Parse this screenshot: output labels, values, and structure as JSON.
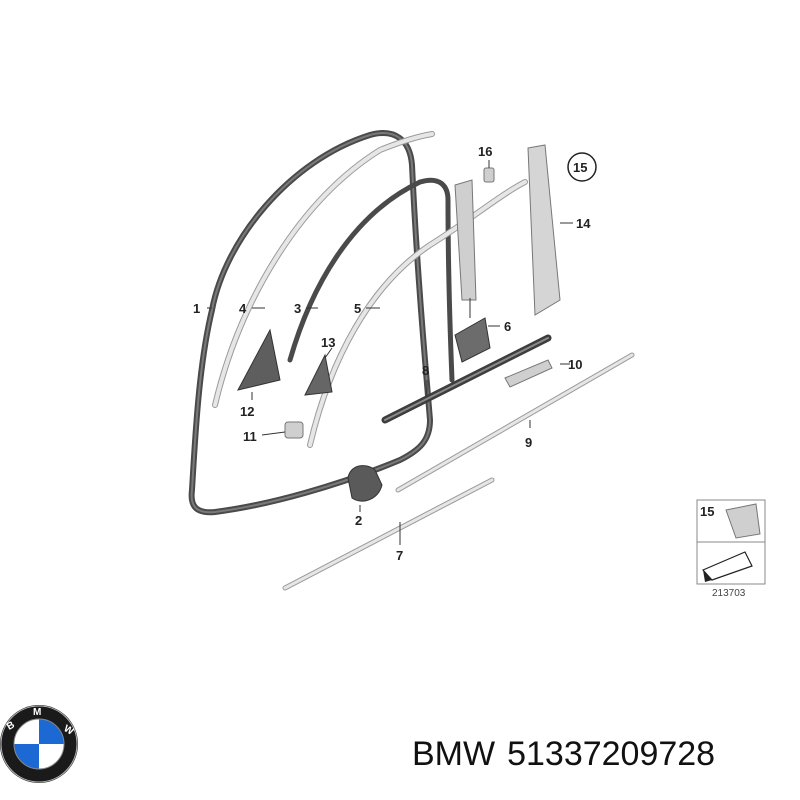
{
  "callouts": [
    {
      "id": "1",
      "label": "1"
    },
    {
      "id": "2",
      "label": "2"
    },
    {
      "id": "3",
      "label": "3"
    },
    {
      "id": "4",
      "label": "4"
    },
    {
      "id": "5",
      "label": "5"
    },
    {
      "id": "6",
      "label": "6"
    },
    {
      "id": "7",
      "label": "7"
    },
    {
      "id": "8",
      "label": "8"
    },
    {
      "id": "9",
      "label": "9"
    },
    {
      "id": "10",
      "label": "10"
    },
    {
      "id": "11",
      "label": "11"
    },
    {
      "id": "12",
      "label": "12"
    },
    {
      "id": "13",
      "label": "13"
    },
    {
      "id": "14",
      "label": "14"
    },
    {
      "id": "15",
      "label": "15"
    },
    {
      "id": "16",
      "label": "16"
    }
  ],
  "inset": {
    "label": "15",
    "ref_number": "213703"
  },
  "caption": {
    "brand": "BMW",
    "part_number": "51337209728"
  },
  "logo": {
    "lettering": "BMW",
    "ring_color": "#1a1a1a",
    "blue": "#1c69d4",
    "white": "#ffffff"
  }
}
